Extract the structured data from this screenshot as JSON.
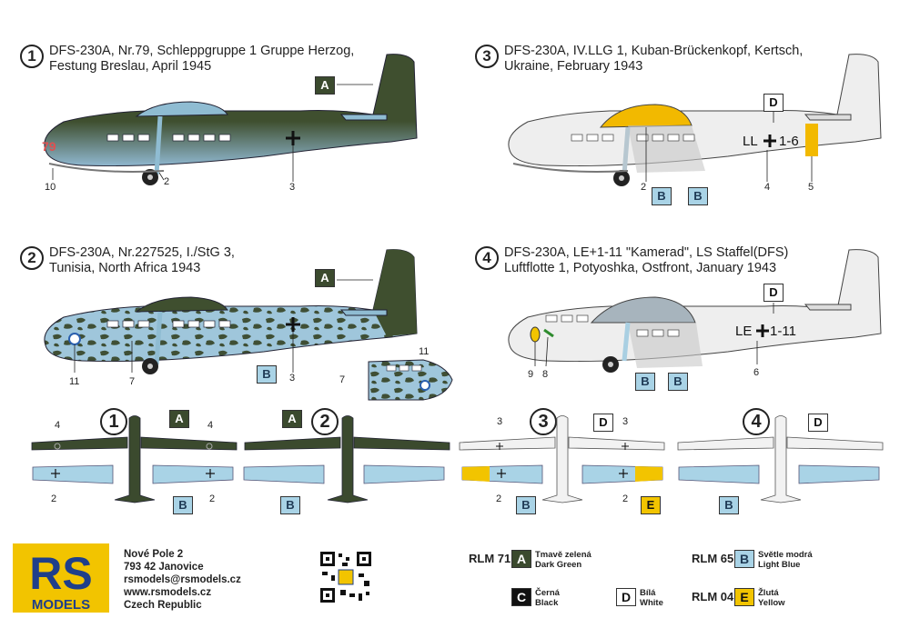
{
  "profiles": [
    {
      "id": "1",
      "lines": [
        "DFS-230A, Nr.79, Schleppgruppe 1 Gruppe Herzog,",
        "Festung Breslau, April 1945"
      ],
      "markings": {
        "fuselage_code": "79"
      },
      "callouts": [
        "10",
        "2",
        "3"
      ],
      "color_boxes": [
        "A"
      ]
    },
    {
      "id": "2",
      "lines": [
        "DFS-230A, Nr.227525, I./StG 3,",
        "Tunisia, North Africa 1943"
      ],
      "callouts": [
        "11",
        "7",
        "3",
        "11",
        "7"
      ],
      "color_boxes": [
        "A",
        "B"
      ]
    },
    {
      "id": "3",
      "lines": [
        "DFS-230A, IV.LLG 1, Kuban-Brückenkopf, Kertsch,",
        "Ukraine, February 1943"
      ],
      "markings": {
        "code_left": "LL",
        "code_right": "1-6"
      },
      "callouts": [
        "2",
        "4",
        "5"
      ],
      "color_boxes": [
        "D",
        "B",
        "B"
      ]
    },
    {
      "id": "4",
      "lines": [
        "DFS-230A, LE+1-11 \"Kamerad\", LS Staffel(DFS)",
        "Luftflotte 1, Potyoshka, Ostfront, January 1943"
      ],
      "markings": {
        "code_left": "LE",
        "code_right": "1-11"
      },
      "callouts": [
        "9",
        "8",
        "6"
      ],
      "color_boxes": [
        "D",
        "B",
        "B"
      ]
    }
  ],
  "planforms": [
    {
      "id": "1",
      "top": {
        "color": "A",
        "callouts": [
          "4",
          "4"
        ]
      },
      "bottom": {
        "color": "B",
        "callouts": [
          "2",
          "2"
        ]
      }
    },
    {
      "id": "2",
      "top": {
        "color": "A"
      },
      "bottom": {
        "color": "B"
      }
    },
    {
      "id": "3",
      "top": {
        "color": "D",
        "callouts": [
          "3",
          "3"
        ]
      },
      "bottom": {
        "color": "E",
        "callouts": [
          "2",
          "2"
        ],
        "extra_box": "B"
      }
    },
    {
      "id": "4",
      "top": {
        "color": "D"
      },
      "bottom": {
        "color": "B"
      }
    }
  ],
  "company": {
    "logo_top": "RS",
    "logo_bottom": "MODELS",
    "address": [
      "Nové Pole 2",
      "793 42 Janovice",
      "rsmodels@rsmodels.cz",
      "www.rsmodels.cz",
      "Czech Republic"
    ]
  },
  "legend": [
    {
      "code": "RLM 71",
      "letter": "A",
      "name_cz": "Tmavě zelená",
      "name_en": "Dark Green",
      "color": "#3b4a2e"
    },
    {
      "code": "RLM 65",
      "letter": "B",
      "name_cz": "Světle modrá",
      "name_en": "Light Blue",
      "color": "#a9d3e6"
    },
    {
      "code": "",
      "letter": "C",
      "name_cz": "Černá",
      "name_en": "Black",
      "color": "#111111"
    },
    {
      "code": "",
      "letter": "D",
      "name_cz": "Bílá",
      "name_en": "White",
      "color": "#ffffff"
    },
    {
      "code": "RLM 04",
      "letter": "E",
      "name_cz": "Žlutá",
      "name_en": "Yellow",
      "color": "#f2c400"
    }
  ]
}
